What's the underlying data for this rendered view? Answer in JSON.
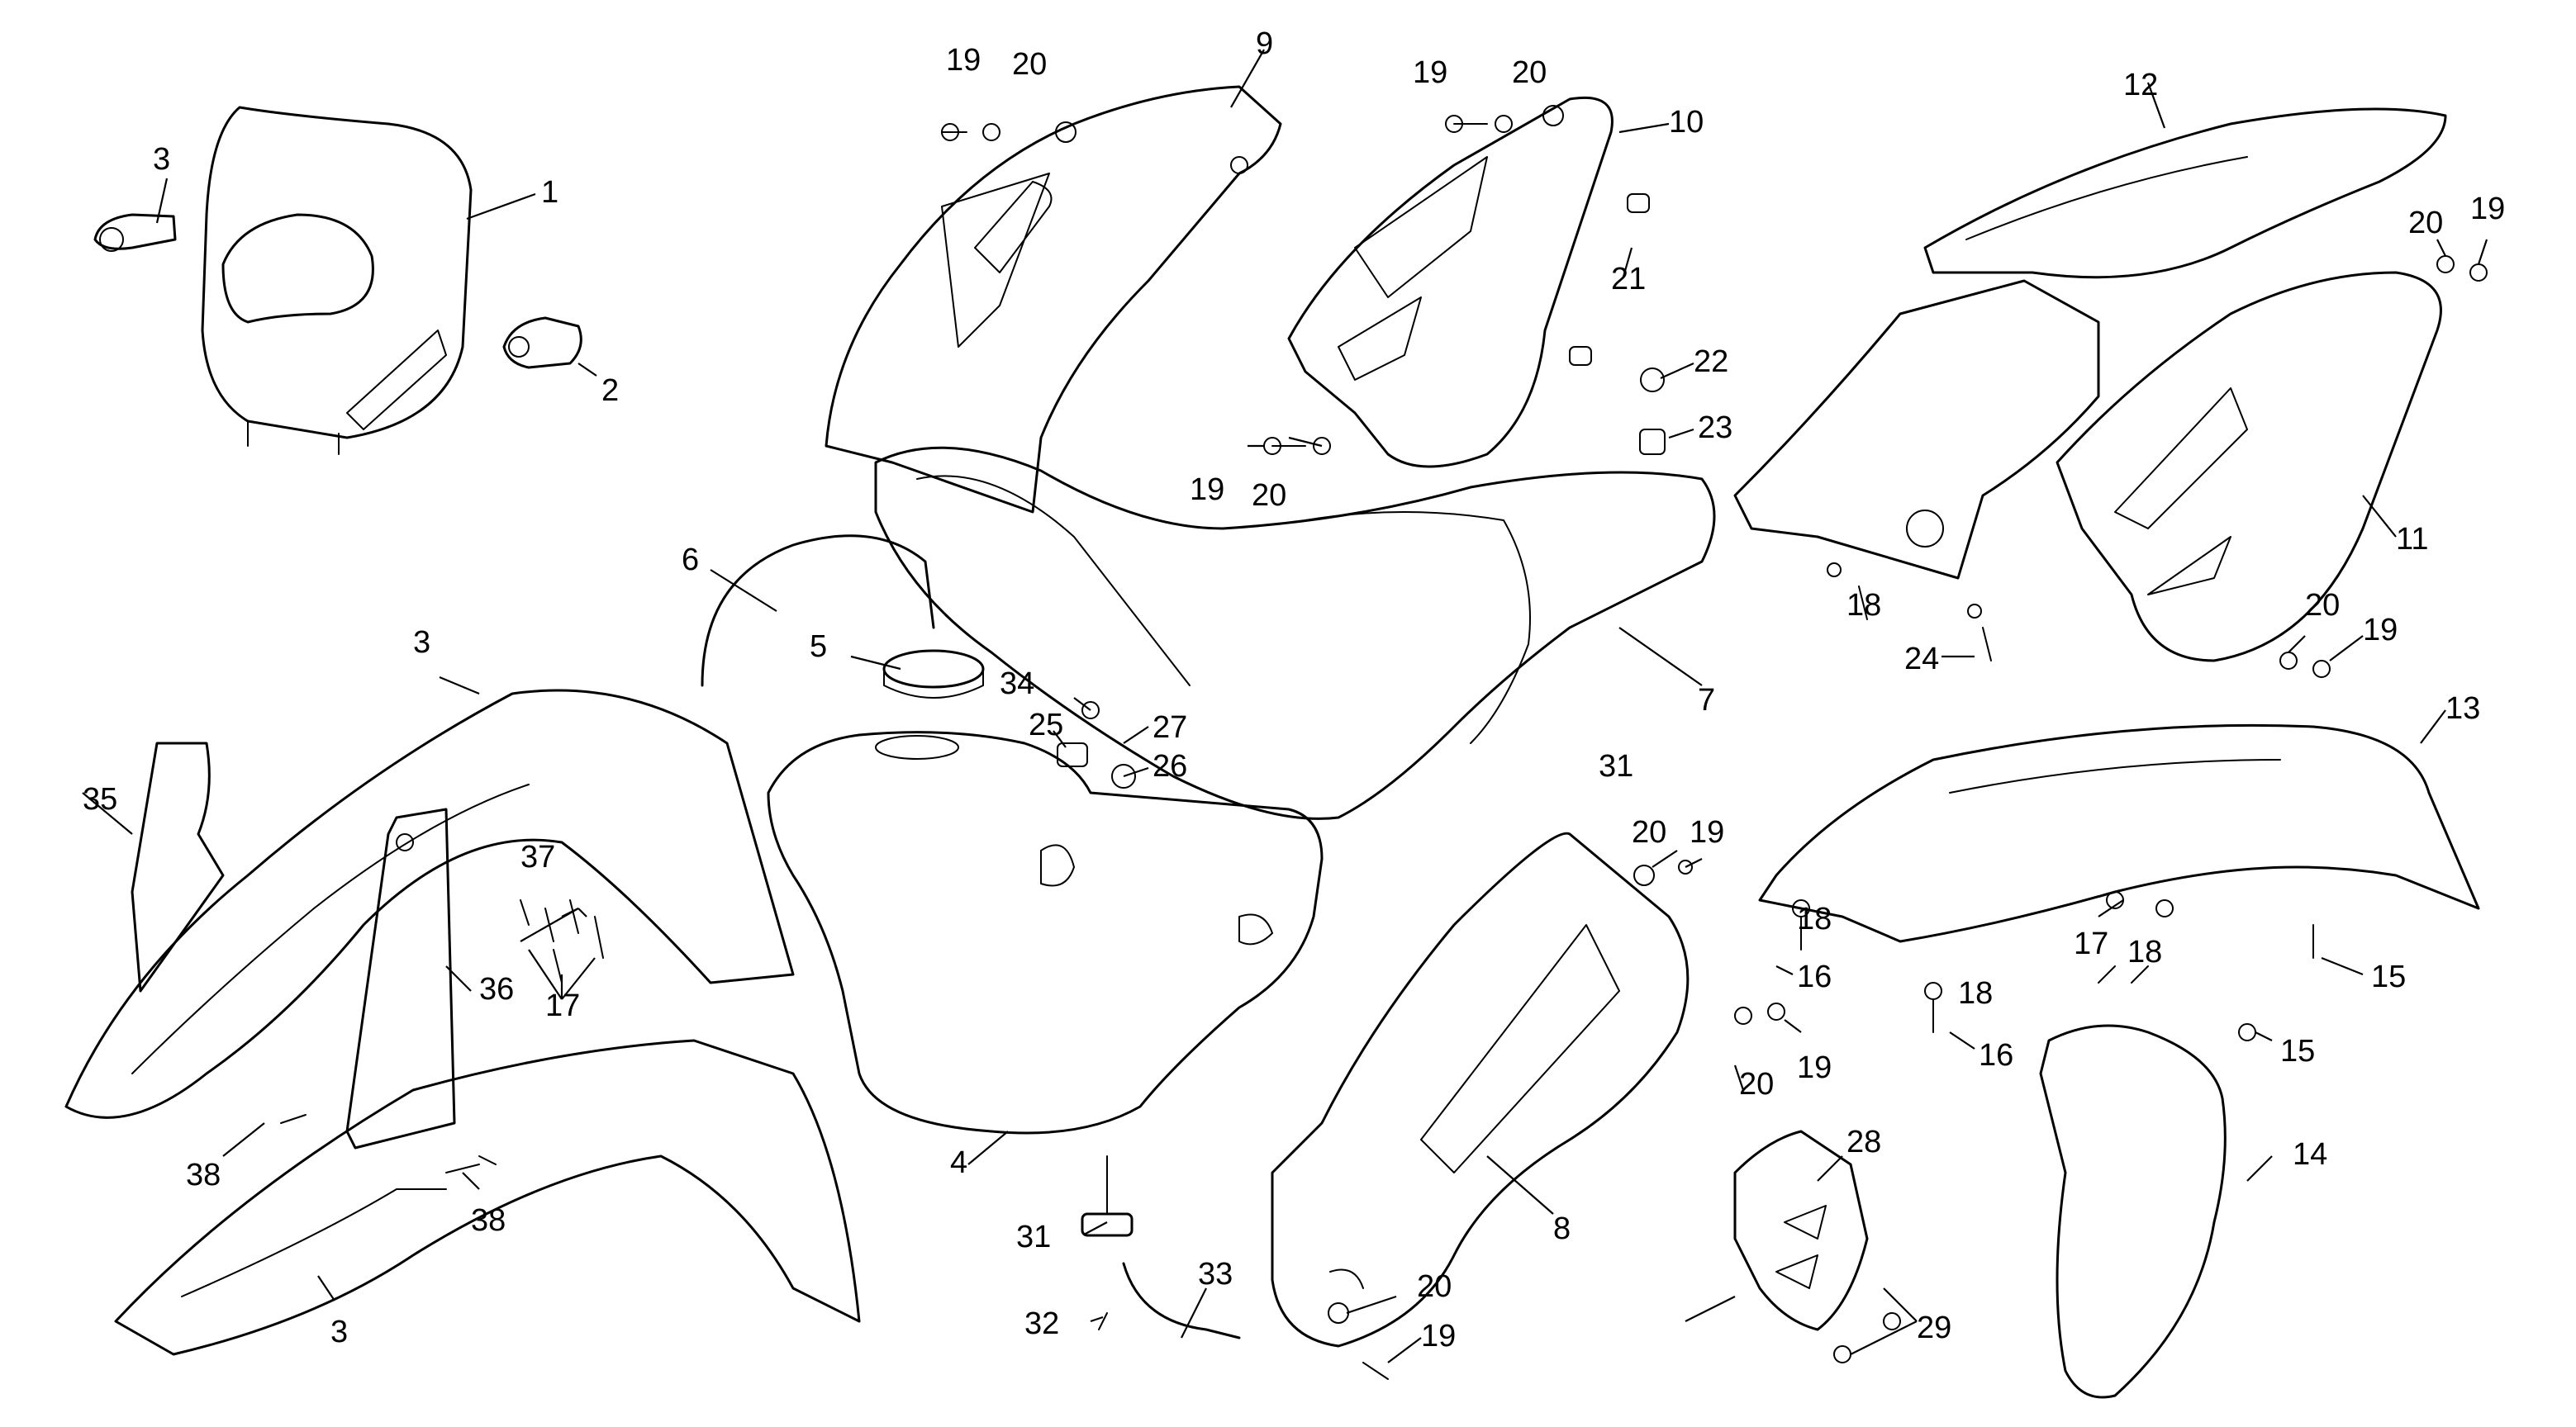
{
  "callouts": {
    "c1": "1",
    "c2": "2",
    "c3_top": "3",
    "c3_mid": "3",
    "c3_bot": "3",
    "c4": "4",
    "c5": "5",
    "c6": "6",
    "c7": "7",
    "c8": "8",
    "c9": "9",
    "c10": "10",
    "c11": "11",
    "c12": "12",
    "c13": "13",
    "c14": "14",
    "c15_a": "15",
    "c15_b": "15",
    "c16_a": "16",
    "c16_b": "16",
    "c17_a": "17",
    "c17_b": "17",
    "c18_a": "18",
    "c18_b": "18",
    "c18_c": "18",
    "c18_d": "18",
    "c19_a": "19",
    "c19_b": "19",
    "c19_c": "19",
    "c19_d": "19",
    "c19_e": "19",
    "c19_f": "19",
    "c19_g": "19",
    "c20_a": "20",
    "c20_b": "20",
    "c20_c": "20",
    "c20_d": "20",
    "c20_e": "20",
    "c20_f": "20",
    "c20_g": "20",
    "c20_h": "20",
    "c21": "21",
    "c22": "22",
    "c23": "23",
    "c24": "24",
    "c25": "25",
    "c26": "26",
    "c27": "27",
    "c28": "28",
    "c29": "29",
    "c31_a": "31",
    "c31_b": "31",
    "c32": "32",
    "c33": "33",
    "c34": "34",
    "c35": "35",
    "c36": "36",
    "c37": "37",
    "c38_a": "38",
    "c38_b": "38"
  }
}
